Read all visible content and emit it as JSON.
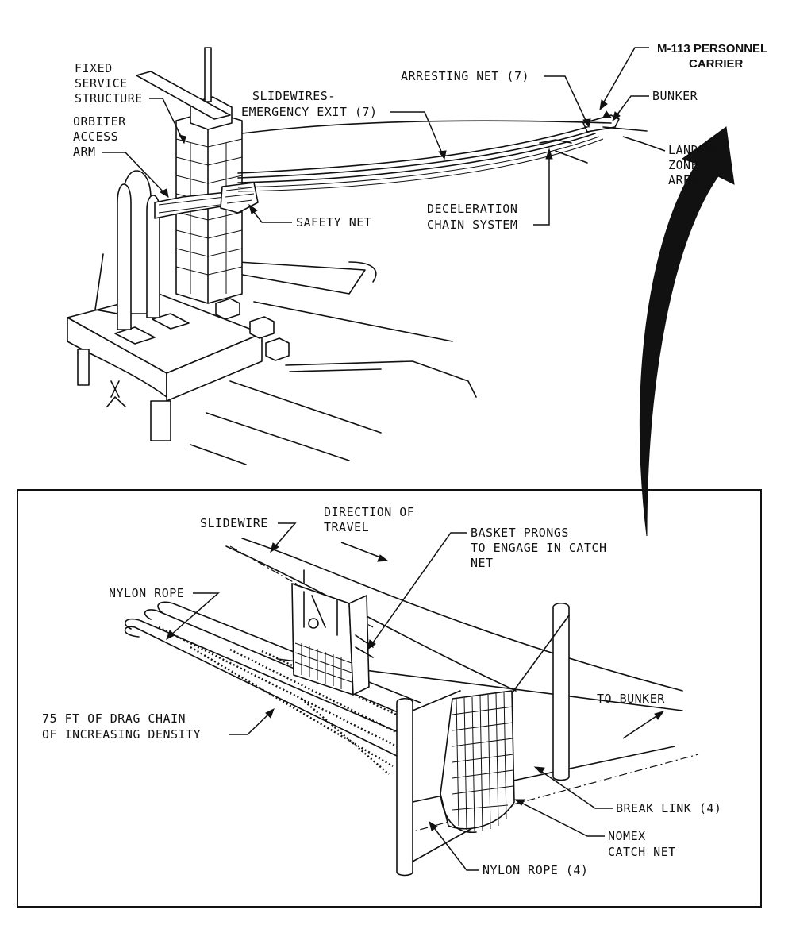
{
  "upper_view": {
    "labels": {
      "fixed_service_structure": [
        "FIXED",
        "SERVICE",
        "STRUCTURE"
      ],
      "orbiter_access_arm": [
        "ORBITER",
        "ACCESS",
        "ARM"
      ],
      "slidewires": [
        "SLIDEWIRES-",
        "EMERGENCY EXIT (7)"
      ],
      "arresting_net": "ARRESTING NET (7)",
      "m113": [
        "M-113 PERSONNEL",
        "CARRIER"
      ],
      "bunker": "BUNKER",
      "landing_zone": [
        "LANDING",
        "ZONE",
        "AREA"
      ],
      "safety_net": "SAFETY NET",
      "deceleration_chain": [
        "DECELERATION",
        "CHAIN SYSTEM"
      ]
    }
  },
  "detail_view": {
    "labels": {
      "slidewire": "SLIDEWIRE",
      "direction": [
        "DIRECTION OF",
        "TRAVEL"
      ],
      "basket_prongs": [
        "BASKET PRONGS",
        "TO ENGAGE IN CATCH",
        "NET"
      ],
      "nylon_rope": "NYLON ROPE",
      "to_bunker": "TO BUNKER",
      "drag_chain": [
        "75 FT OF DRAG CHAIN",
        "OF INCREASING DENSITY"
      ],
      "break_link": "BREAK LINK (4)",
      "nomex_net": [
        "NOMEX",
        "CATCH NET"
      ],
      "nylon_rope_4": "NYLON ROPE (4)"
    }
  }
}
